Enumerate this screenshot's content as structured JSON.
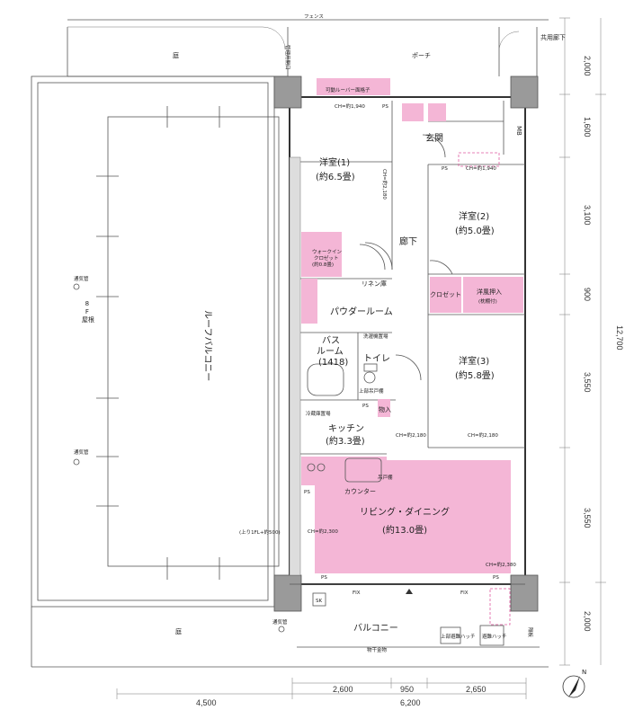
{
  "colors": {
    "accent": "#f4b6d6",
    "living_highlight": "#f7a8d0",
    "column": "#9a9a9a"
  },
  "labels": {
    "fence": "フェンス",
    "niwa_top": "庭",
    "porch": "ポーチ",
    "common_corridor": "共用廊下",
    "piping": "管理用開口",
    "entrance": "玄関",
    "mb": "MB",
    "bedroom1": "洋室(1)",
    "bedroom1_size": "(約6.5畳)",
    "bedroom2": "洋室(2)",
    "bedroom2_size": "(約5.0畳)",
    "bedroom3": "洋室(3)",
    "bedroom3_size": "(約5.8畳)",
    "hallway": "廊下",
    "walkin_closet": "ウォークイン",
    "walkin_closet2": "クロゼット",
    "walkin_closet_size": "(約0.8畳)",
    "closet": "クロゼット",
    "western_closet": "洋風押入",
    "western_closet_sub": "(枕棚付)",
    "powder_room": "パウダールーム",
    "bathroom": "バス",
    "bathroom2": "ルーム",
    "bathroom_size": "(1418)",
    "toilet": "トイレ",
    "storage": "物入",
    "kitchen": "キッチン",
    "kitchen_size": "(約3.3畳)",
    "counter": "カウンター",
    "living": "リビング・ダイニング",
    "living_size": "(約13.0畳)",
    "balcony": "バルコニー",
    "laundry": "物干金物",
    "niwa_bottom": "庭",
    "roof_balcony": "ルーフバルコニー",
    "roof_8f_1": "8",
    "roof_8f_2": "F",
    "roof_8f_3": "屋根",
    "vent": "通気管",
    "linen": "リネン庫",
    "wash": "洗濯機置場",
    "fridge": "冷蔵庫置場",
    "shelf": "吊戸棚",
    "upper_shelf": "上部吊戸棚",
    "sk": "SK",
    "ps": "PS",
    "fix": "FIX",
    "hatch_label": "避難ハッチ",
    "hatch_upper": "上部避難ハッチ",
    "partition": "隔板",
    "sash_note1": "可動ルーバー面格子",
    "ch1": "CH=約1,940",
    "ch2": "CH=約2,180",
    "ch3": "CH=約2,300",
    "ch4": "CH=約2,380",
    "step_note": "(上り1FL+約500)"
  },
  "dimensions": {
    "right": [
      "2,000",
      "1,600",
      "3,100",
      "900",
      "3,550",
      "3,550",
      "2,000"
    ],
    "right_total": "12,700",
    "bottom": [
      "2,600",
      "950",
      "2,650"
    ],
    "bottom_left": "4,500",
    "bottom_total": "6,200"
  },
  "compass": "N"
}
